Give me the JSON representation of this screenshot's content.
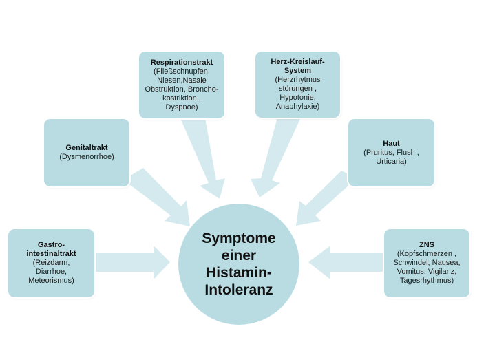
{
  "diagram": {
    "center": {
      "label": "Symptome\neiner\nHistamin-\nIntoleranz"
    },
    "nodes": [
      {
        "id": "resp",
        "title": "Respirationstrakt",
        "desc": "(Fließschnupfen,\nNiesen,Nasale\nObstruktion, Broncho-\nkostriktion ,\nDyspnoe)"
      },
      {
        "id": "herz",
        "title": "Herz-Kreislauf-\nSystem",
        "desc": "(Herzrhytmus\nstörungen ,\nHypotonie,\nAnaphylaxie)"
      },
      {
        "id": "genital",
        "title": "Genitaltrakt",
        "desc": "(Dysmenorrhoe)"
      },
      {
        "id": "haut",
        "title": "Haut",
        "desc": "(Pruritus, Flush ,\nUrticaria)"
      },
      {
        "id": "gastro",
        "title": "Gastro-\nintestinaltrakt",
        "desc": "(Reizdarm,\nDiarrhoe,\nMeteorismus)"
      },
      {
        "id": "zns",
        "title": "ZNS",
        "desc": "(Kopfschmerzen ,\nSchwindel, Nausea,\nVomitus, Vigilanz,\nTagesrhythmus)"
      }
    ],
    "colors": {
      "box_fill": "#b8dce2",
      "arrow_fill": "#d5eaee",
      "text": "#111111"
    }
  }
}
